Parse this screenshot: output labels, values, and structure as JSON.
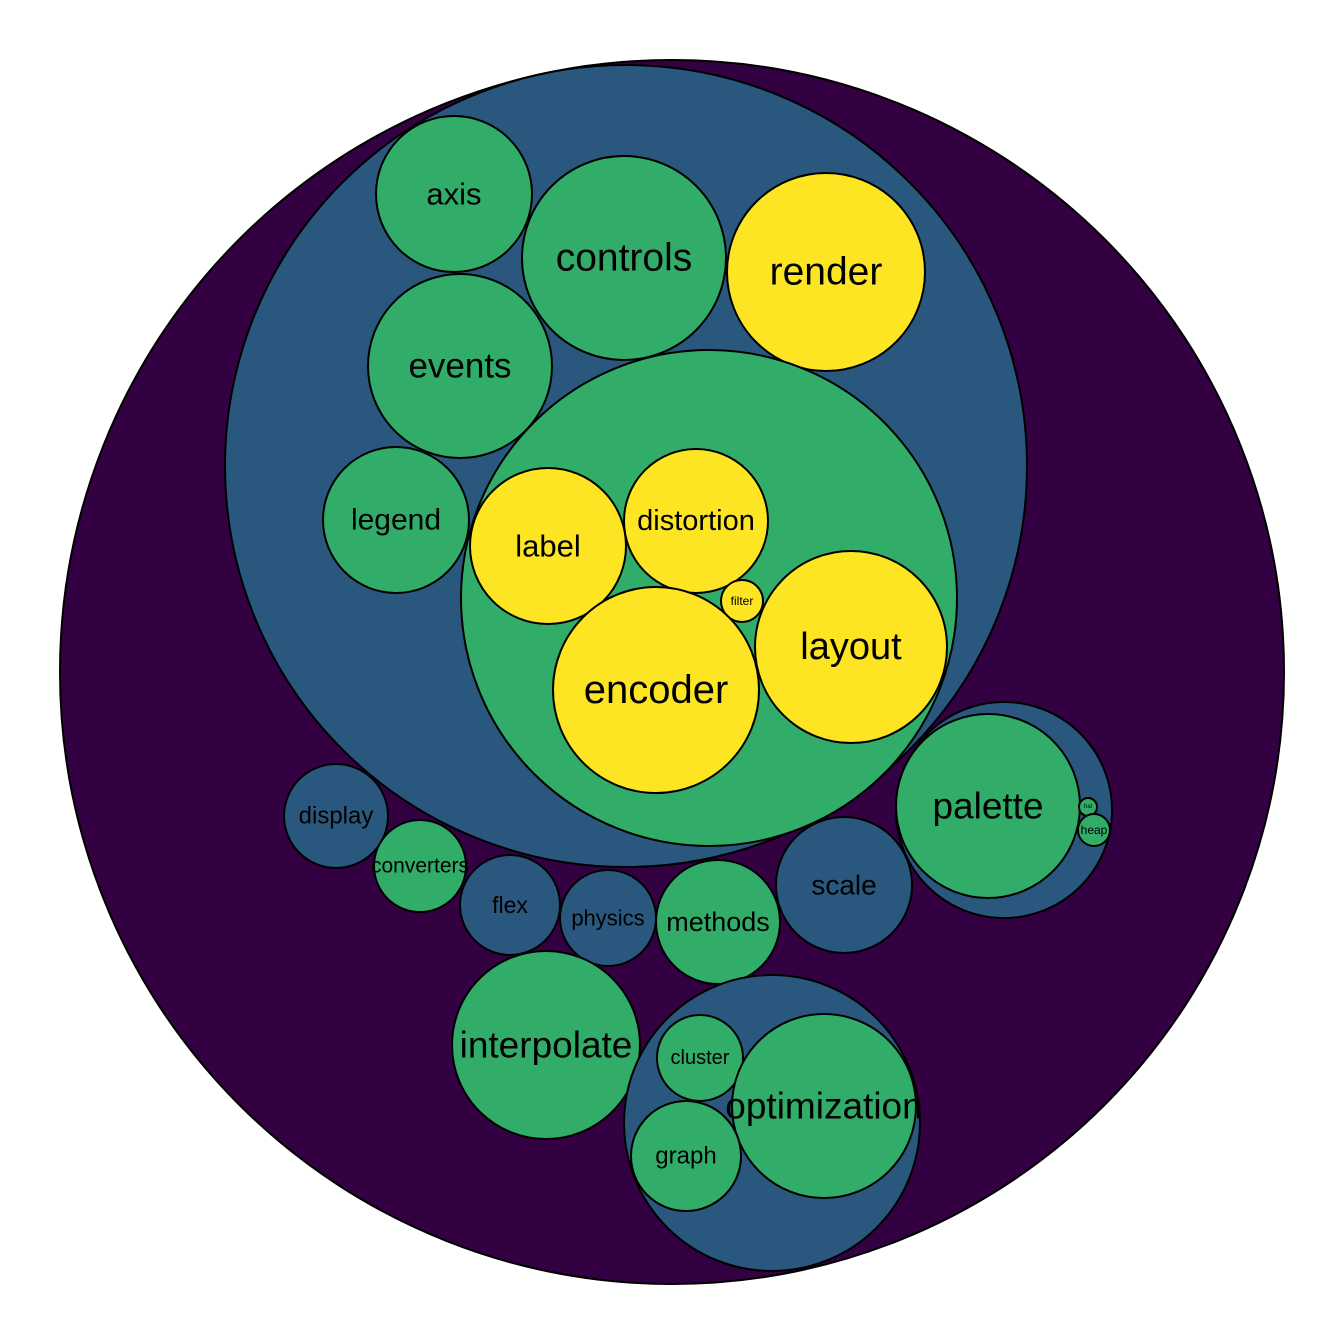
{
  "colors": {
    "depth0": "#330042",
    "depth1": "#29577d",
    "depth2": "#31ad69",
    "depth3": "#fde523",
    "stroke": "#000000",
    "label": "#000000"
  },
  "tree": {
    "name": "",
    "color": "depth0",
    "children": [
      {
        "name": "",
        "color": "depth1",
        "children": [
          {
            "name": "axis",
            "color": "depth2"
          },
          {
            "name": "controls",
            "color": "depth2"
          },
          {
            "name": "render",
            "color": "depth3"
          },
          {
            "name": "events",
            "color": "depth2"
          },
          {
            "name": "legend",
            "color": "depth2"
          },
          {
            "name": "",
            "color": "depth2",
            "children": [
              {
                "name": "label",
                "color": "depth3"
              },
              {
                "name": "distortion",
                "color": "depth3"
              },
              {
                "name": "filter",
                "color": "depth3"
              },
              {
                "name": "encoder",
                "color": "depth3"
              },
              {
                "name": "layout",
                "color": "depth3"
              }
            ]
          }
        ]
      },
      {
        "name": "",
        "color": "depth1",
        "children": [
          {
            "name": "palette",
            "color": "depth2"
          },
          {
            "name": "hal",
            "color": "depth2"
          },
          {
            "name": "heap",
            "color": "depth2"
          }
        ]
      },
      {
        "name": "display",
        "color": "depth1"
      },
      {
        "name": "converters",
        "color": "depth2"
      },
      {
        "name": "flex",
        "color": "depth1"
      },
      {
        "name": "physics",
        "color": "depth1"
      },
      {
        "name": "methods",
        "color": "depth2"
      },
      {
        "name": "scale",
        "color": "depth1"
      },
      {
        "name": "interpolate",
        "color": "depth2"
      },
      {
        "name": "",
        "color": "depth1",
        "children": [
          {
            "name": "cluster",
            "color": "depth2"
          },
          {
            "name": "optimization",
            "color": "depth2"
          },
          {
            "name": "graph",
            "color": "depth2"
          }
        ]
      }
    ]
  }
}
